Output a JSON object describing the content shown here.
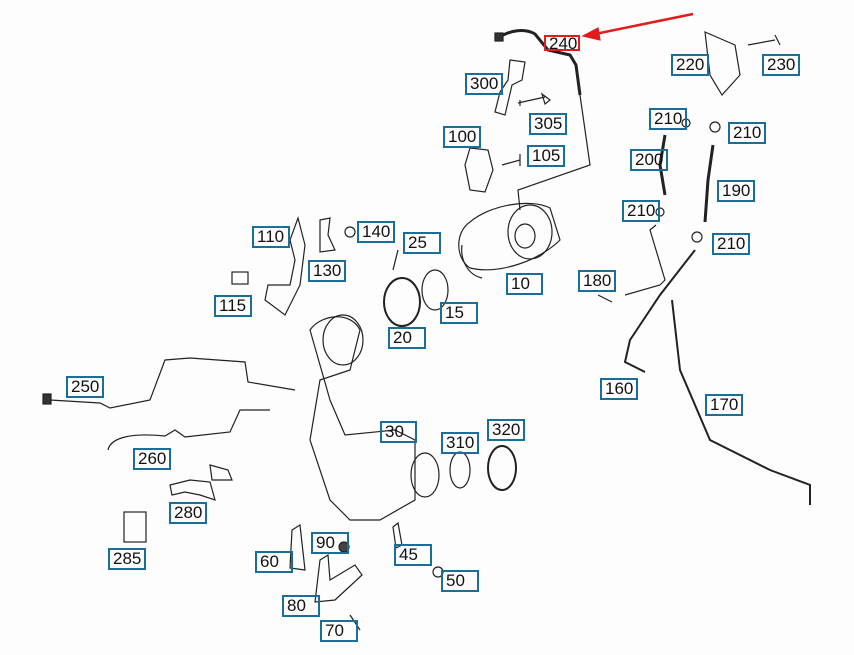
{
  "diagram": {
    "title": "Exhaust aftertreatment parts diagram",
    "colors": {
      "label_border": "#1a6e9a",
      "highlight": "#e21b1b",
      "line": "#222222"
    },
    "highlighted_part": "240",
    "parts": [
      {
        "id": "10",
        "label": "10"
      },
      {
        "id": "15",
        "label": "15"
      },
      {
        "id": "20",
        "label": "20"
      },
      {
        "id": "25",
        "label": "25"
      },
      {
        "id": "30",
        "label": "30"
      },
      {
        "id": "45",
        "label": "45"
      },
      {
        "id": "50",
        "label": "50"
      },
      {
        "id": "60",
        "label": "60"
      },
      {
        "id": "70",
        "label": "70"
      },
      {
        "id": "80",
        "label": "80"
      },
      {
        "id": "90",
        "label": "90"
      },
      {
        "id": "100",
        "label": "100"
      },
      {
        "id": "105",
        "label": "105"
      },
      {
        "id": "110",
        "label": "110"
      },
      {
        "id": "115",
        "label": "115"
      },
      {
        "id": "130",
        "label": "130"
      },
      {
        "id": "140",
        "label": "140"
      },
      {
        "id": "160",
        "label": "160"
      },
      {
        "id": "170",
        "label": "170"
      },
      {
        "id": "180",
        "label": "180"
      },
      {
        "id": "190",
        "label": "190"
      },
      {
        "id": "200",
        "label": "200"
      },
      {
        "id": "210a",
        "label": "210"
      },
      {
        "id": "210b",
        "label": "210"
      },
      {
        "id": "210c",
        "label": "210"
      },
      {
        "id": "210d",
        "label": "210"
      },
      {
        "id": "220",
        "label": "220"
      },
      {
        "id": "230",
        "label": "230"
      },
      {
        "id": "240",
        "label": "240"
      },
      {
        "id": "250",
        "label": "250"
      },
      {
        "id": "260",
        "label": "260"
      },
      {
        "id": "280",
        "label": "280"
      },
      {
        "id": "285",
        "label": "285"
      },
      {
        "id": "300",
        "label": "300"
      },
      {
        "id": "305",
        "label": "305"
      },
      {
        "id": "310",
        "label": "310"
      },
      {
        "id": "320",
        "label": "320"
      }
    ]
  }
}
